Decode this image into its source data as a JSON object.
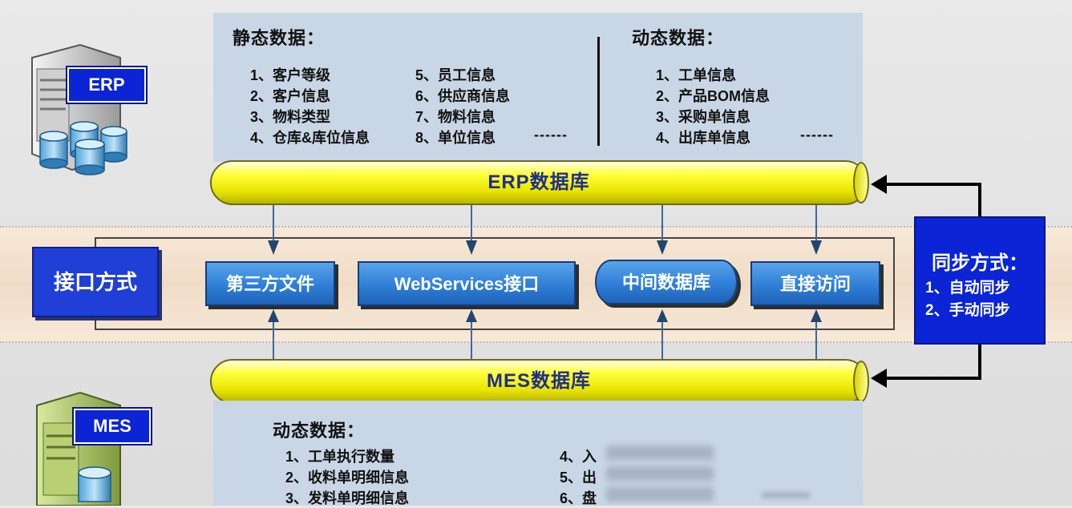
{
  "erp_server": {
    "label": "ERP"
  },
  "mes_server": {
    "label": "MES"
  },
  "static_data": {
    "title": "静态数据：",
    "items": [
      "1、客户等级",
      "2、客户信息",
      "3、物料类型",
      "4、仓库&库位信息",
      "5、员工信息",
      "6、供应商信息",
      "7、物料信息",
      "8、单位信息"
    ],
    "ellipsis": "------"
  },
  "erp_dynamic_data": {
    "title": "动态数据：",
    "items": [
      "1、工单信息",
      "2、产品BOM信息",
      "3、采购单信息",
      "4、出库单信息"
    ],
    "ellipsis": "------"
  },
  "erp_database": {
    "label": "ERP数据库"
  },
  "mes_database": {
    "label": "MES数据库"
  },
  "interface": {
    "title": "接口方式",
    "methods": [
      "第三方文件",
      "WebServices接口",
      "中间数据库",
      "直接访问"
    ]
  },
  "sync": {
    "title": "同步方式：",
    "items": [
      "1、自动同步",
      "2、手动同步"
    ]
  },
  "mes_dynamic_data": {
    "title": "动态数据：",
    "items": [
      "1、工单执行数量",
      "2、收料单明细信息",
      "3、发料单明细信息",
      "4、入",
      "5、出",
      "6、盘"
    ]
  },
  "colors": {
    "panel": "#c9d6e6",
    "pipe": "#ffff3a",
    "box_blue": "#1f3fd6",
    "interface_blue": "#2f7fd6",
    "band": "#f0dcc6"
  }
}
